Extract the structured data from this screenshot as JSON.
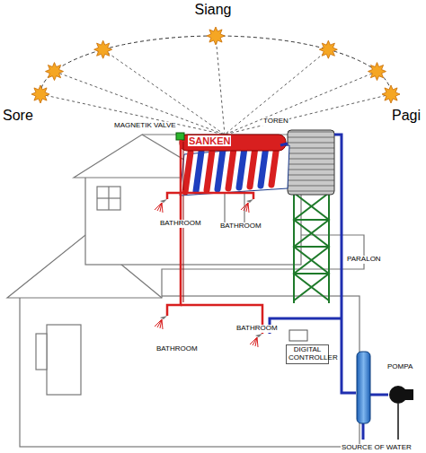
{
  "diagram": {
    "nodes": [
      {
        "text": [
          "DIGITAL CONTROLLER"
        ]
      }
    ],
    "labels": [
      "Siang",
      "Sore",
      "Pagi",
      "TOREN",
      "MAGNETIK VALVE",
      "SANKEN",
      "BATHROOM",
      "BATHROOM",
      "BATHROOM",
      "BATHROOM",
      "PARALON",
      "POMPA",
      "SOURCE OF WATER"
    ]
  }
}
